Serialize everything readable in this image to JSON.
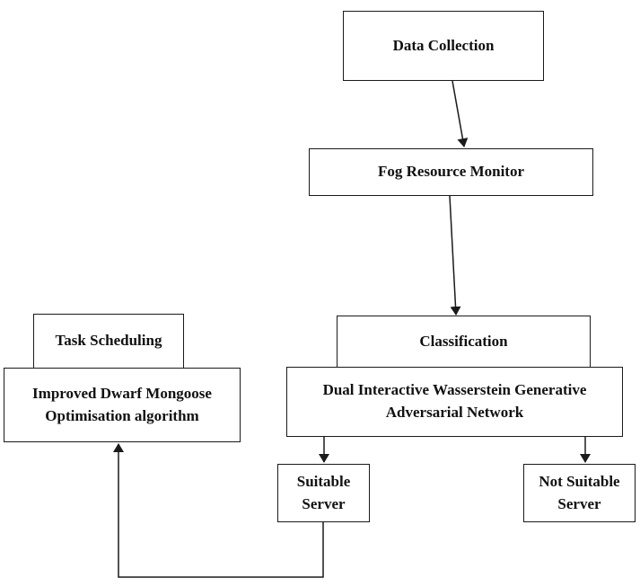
{
  "diagram": {
    "nodes": {
      "data_collection": {
        "label": "Data Collection"
      },
      "fog_monitor": {
        "label": "Fog Resource Monitor"
      },
      "classification": {
        "label": "Classification"
      },
      "classifier": {
        "label": "Dual Interactive Wasserstein Generative Adversarial Network"
      },
      "suitable": {
        "label": "Suitable Server"
      },
      "not_suitable": {
        "label": "Not Suitable Server"
      },
      "task_scheduling": {
        "label": "Task Scheduling"
      },
      "optimizer": {
        "label": "Improved Dwarf Mongoose Optimisation algorithm"
      }
    },
    "edges": [
      {
        "from": "Data Collection",
        "to": "Fog Resource Monitor"
      },
      {
        "from": "Fog Resource Monitor",
        "to": "Classification"
      },
      {
        "from": "Dual Interactive Wasserstein Generative Adversarial Network",
        "to": "Suitable Server"
      },
      {
        "from": "Dual Interactive Wasserstein Generative Adversarial Network",
        "to": "Not Suitable Server"
      },
      {
        "from": "Suitable Server",
        "to": "Improved Dwarf Mongoose Optimisation algorithm"
      }
    ],
    "colors": {
      "stroke": "#1a1a1a",
      "text": "#111111",
      "background": "#ffffff"
    }
  }
}
